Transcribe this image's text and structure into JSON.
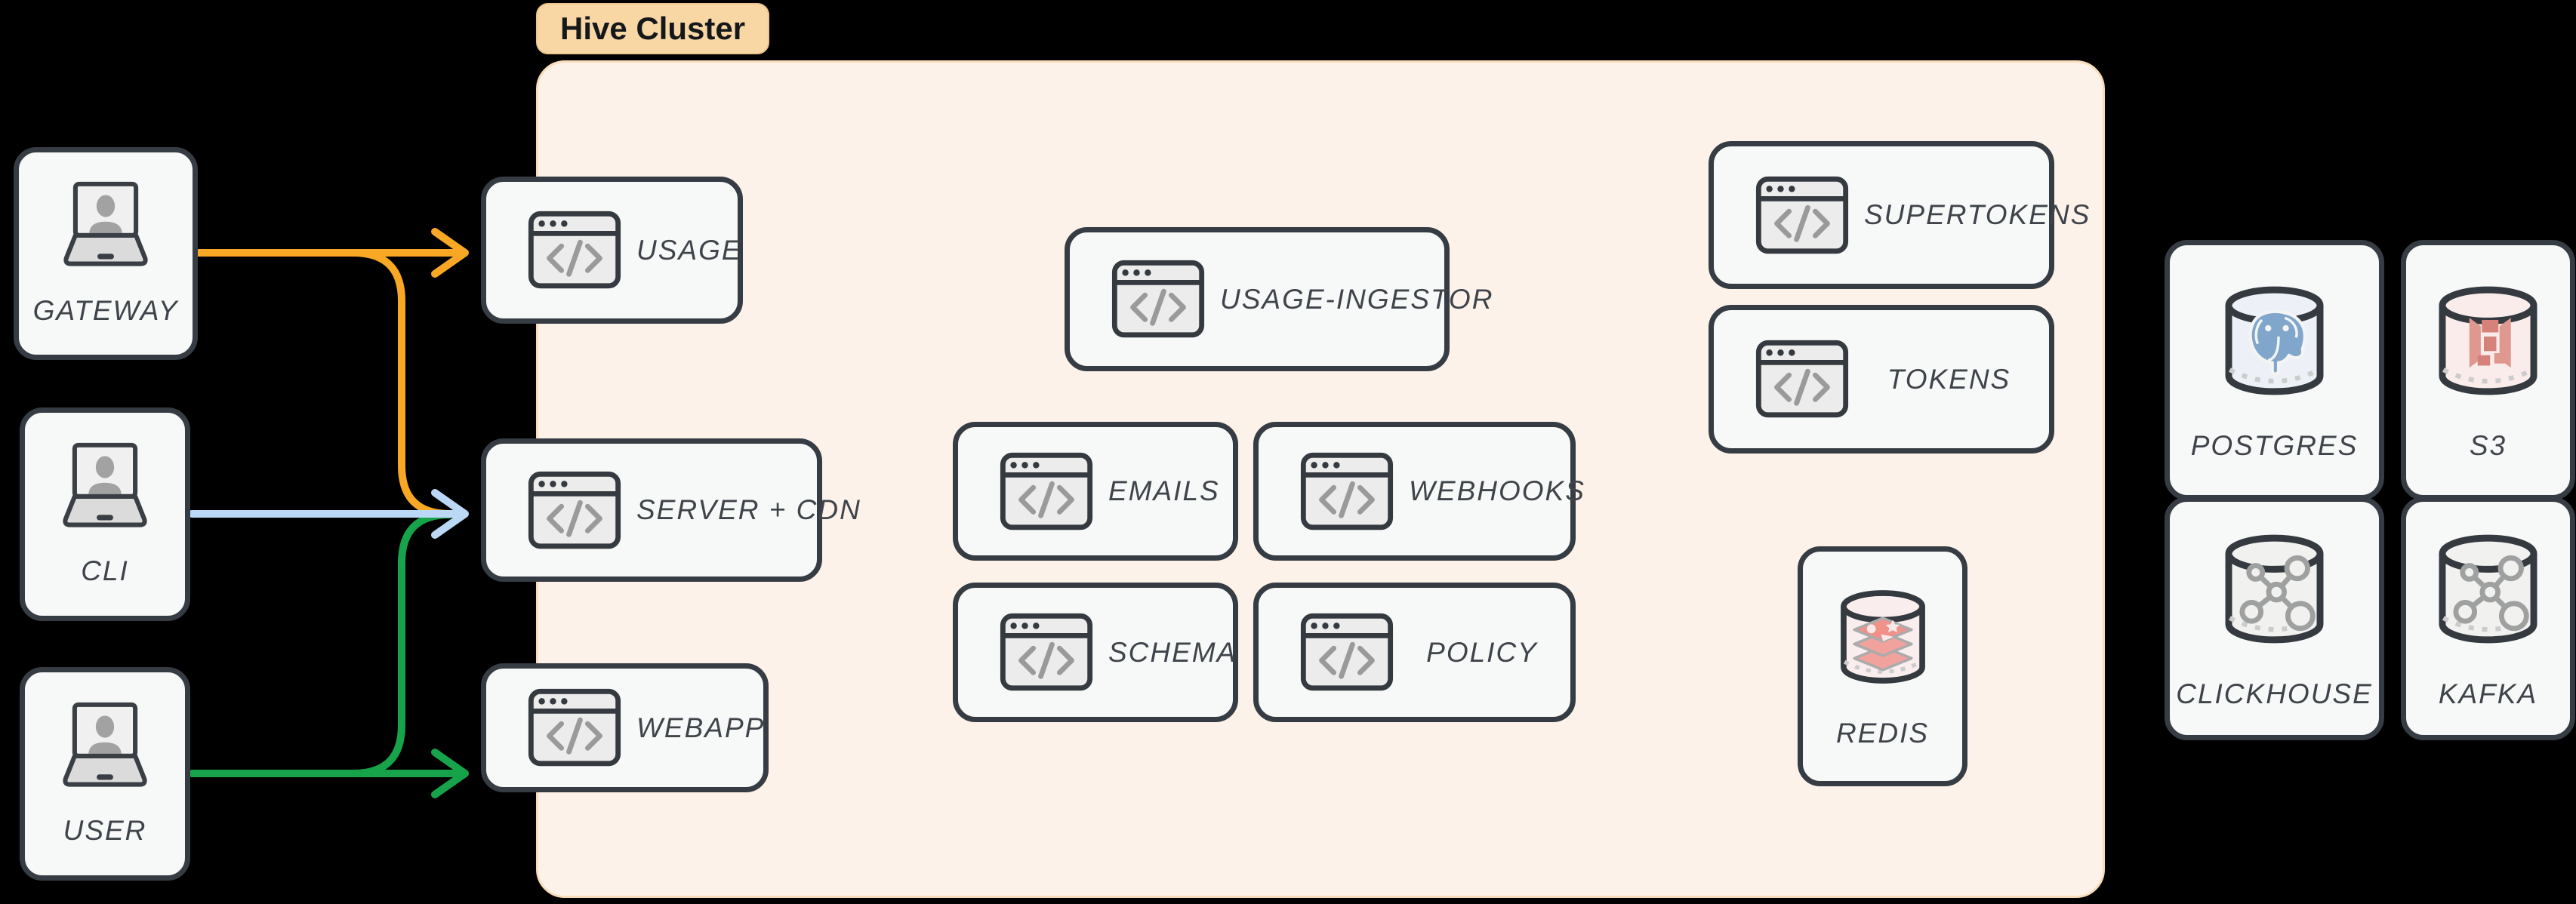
{
  "cluster": {
    "label": "Hive Cluster",
    "fill": "#FDF2E9",
    "border": "#F8DCBA",
    "pill_fill": "#F8D7A4"
  },
  "actors": [
    {
      "label": "GATEWAY",
      "icon": "laptop-user-icon"
    },
    {
      "label": "CLI",
      "icon": "laptop-user-icon"
    },
    {
      "label": "USER",
      "icon": "laptop-user-icon"
    }
  ],
  "services": [
    {
      "label": "USAGE",
      "icon": "code-window-icon"
    },
    {
      "label": "SERVER + CDN",
      "icon": "code-window-icon"
    },
    {
      "label": "WEBAPP",
      "icon": "code-window-icon"
    },
    {
      "label": "USAGE-INGESTOR",
      "icon": "code-window-icon"
    },
    {
      "label": "EMAILS",
      "icon": "code-window-icon"
    },
    {
      "label": "WEBHOOKS",
      "icon": "code-window-icon"
    },
    {
      "label": "SCHEMA",
      "icon": "code-window-icon"
    },
    {
      "label": "POLICY",
      "icon": "code-window-icon"
    },
    {
      "label": "SUPERTOKENS",
      "icon": "code-window-icon"
    },
    {
      "label": "TOKENS",
      "icon": "code-window-icon"
    }
  ],
  "datastores": [
    {
      "label": "REDIS",
      "icon": "database-redis-icon"
    },
    {
      "label": "POSTGRES",
      "icon": "database-postgres-icon"
    },
    {
      "label": "S3",
      "icon": "database-s3-icon"
    },
    {
      "label": "CLICKHOUSE",
      "icon": "database-network-icon"
    },
    {
      "label": "KAFKA",
      "icon": "database-network-icon"
    }
  ],
  "edges": [
    {
      "from": "GATEWAY",
      "to": "USAGE",
      "color": "#F9A826"
    },
    {
      "from": "GATEWAY",
      "to": "SERVER + CDN",
      "color": "#F9A826"
    },
    {
      "from": "CLI",
      "to": "SERVER + CDN",
      "color": "#BBD9F7"
    },
    {
      "from": "USER",
      "to": "SERVER + CDN",
      "color": "#16A34A"
    },
    {
      "from": "USER",
      "to": "WEBAPP",
      "color": "#16A34A"
    }
  ],
  "colors": {
    "node_border": "#363C43",
    "node_fill": "#F7F9F8",
    "label_text": "#3F444A",
    "background": "#000000"
  }
}
